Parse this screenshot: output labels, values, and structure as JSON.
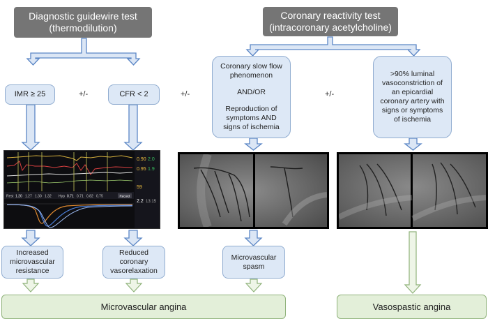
{
  "headers": {
    "guidewire_line1": "Diagnostic guidewire test",
    "guidewire_line2": "(thermodilution)",
    "reactivity_line1": "Coronary reactivity test",
    "reactivity_line2": "(intracoronary acetylcholine)"
  },
  "criteria": {
    "imr": "IMR ≥ 25",
    "cfr": "CFR < 2",
    "slow_flow_l1": "Coronary slow flow",
    "slow_flow_l2": "phenomenon",
    "andor": "AND/OR",
    "repro_l1": "Reproduction of",
    "repro_l2": "symptoms AND",
    "repro_l3": "signs of ischemia",
    "epi_l1": ">90% luminal",
    "epi_l2": "vasoconstriction of",
    "epi_l3": "an epicardial",
    "epi_l4": "coronary artery with",
    "epi_l5": "signs or symptoms",
    "epi_l6": "of ischemia"
  },
  "plus_minus": "+/-",
  "monitor": {
    "readouts": [
      "0.90",
      "2.0",
      "0.95",
      "1.9",
      "59",
      "2.2",
      "13:15"
    ],
    "rest_label": "Rest",
    "hyp_label": "Hyp",
    "rest_values": [
      "1.20",
      "1.27",
      "1.30",
      "1.32"
    ],
    "hyp_values": [
      "0.71",
      "0.71",
      "0.82",
      "0.75"
    ],
    "button": "Record"
  },
  "findings": {
    "imr_l1": "Increased",
    "imr_l2": "microvascular",
    "imr_l3": "resistance",
    "cfr_l1": "Reduced",
    "cfr_l2": "coronary",
    "cfr_l3": "vasorelaxation",
    "spasm_l1": "Microvascular",
    "spasm_l2": "spasm"
  },
  "outcomes": {
    "micro": "Microvascular angina",
    "vaso": "Vasospastic angina"
  },
  "colors": {
    "dark": "#757575",
    "blue_fill": "#dde8f6",
    "blue_stroke": "#5b86c5",
    "green_fill": "#e3efd9",
    "green_stroke": "#8fb27a"
  }
}
